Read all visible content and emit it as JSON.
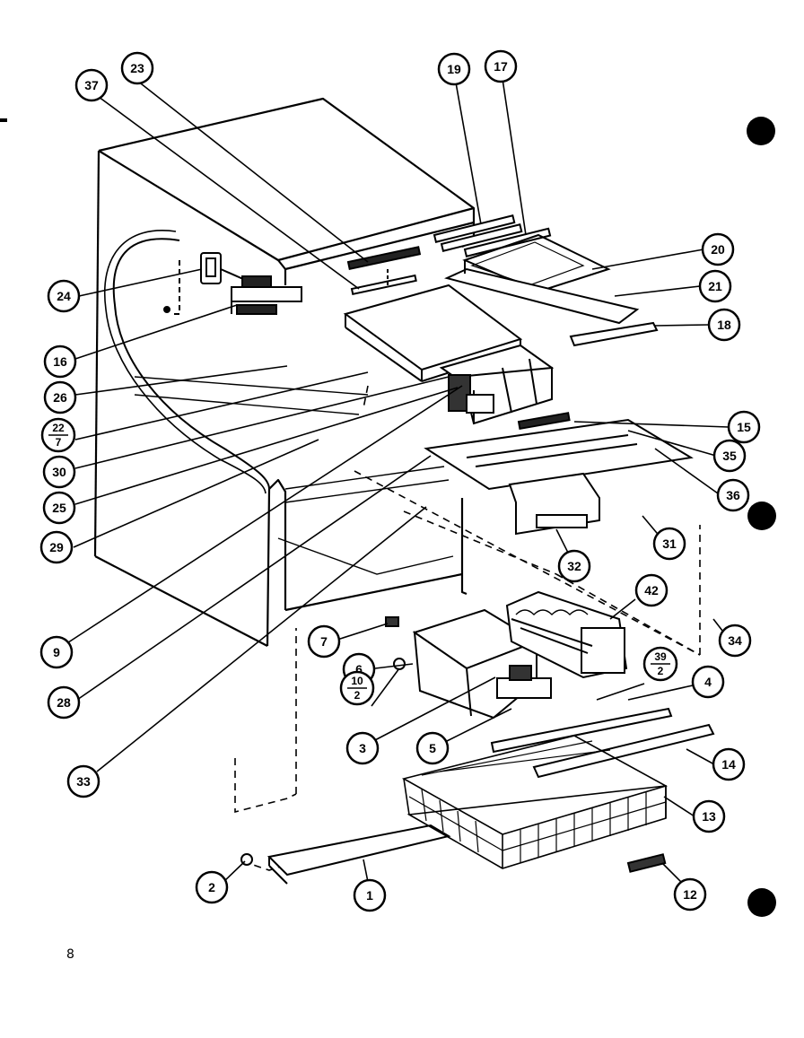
{
  "page": {
    "number": "8"
  },
  "callouts": [
    {
      "id": "23",
      "label": "23"
    },
    {
      "id": "37",
      "label": "37"
    },
    {
      "id": "19",
      "label": "19"
    },
    {
      "id": "17",
      "label": "17"
    },
    {
      "id": "20",
      "label": "20"
    },
    {
      "id": "21",
      "label": "21"
    },
    {
      "id": "18",
      "label": "18"
    },
    {
      "id": "24",
      "label": "24"
    },
    {
      "id": "16",
      "label": "16"
    },
    {
      "id": "26",
      "label": "26"
    },
    {
      "id": "22_7",
      "num": "22",
      "den": "7"
    },
    {
      "id": "30",
      "label": "30"
    },
    {
      "id": "25",
      "label": "25"
    },
    {
      "id": "29",
      "label": "29"
    },
    {
      "id": "15",
      "label": "15"
    },
    {
      "id": "35",
      "label": "35"
    },
    {
      "id": "36",
      "label": "36"
    },
    {
      "id": "31",
      "label": "31"
    },
    {
      "id": "32",
      "label": "32"
    },
    {
      "id": "42",
      "label": "42"
    },
    {
      "id": "34",
      "label": "34"
    },
    {
      "id": "9",
      "label": "9"
    },
    {
      "id": "7",
      "label": "7"
    },
    {
      "id": "6",
      "label": "6"
    },
    {
      "id": "39_2",
      "num": "39",
      "den": "2"
    },
    {
      "id": "4",
      "label": "4"
    },
    {
      "id": "10_2",
      "num": "10",
      "den": "2"
    },
    {
      "id": "28",
      "label": "28"
    },
    {
      "id": "3",
      "label": "3"
    },
    {
      "id": "5",
      "label": "5"
    },
    {
      "id": "14",
      "label": "14"
    },
    {
      "id": "13",
      "label": "13"
    },
    {
      "id": "33",
      "label": "33"
    },
    {
      "id": "2",
      "label": "2"
    },
    {
      "id": "1",
      "label": "1"
    },
    {
      "id": "12",
      "label": "12"
    }
  ]
}
